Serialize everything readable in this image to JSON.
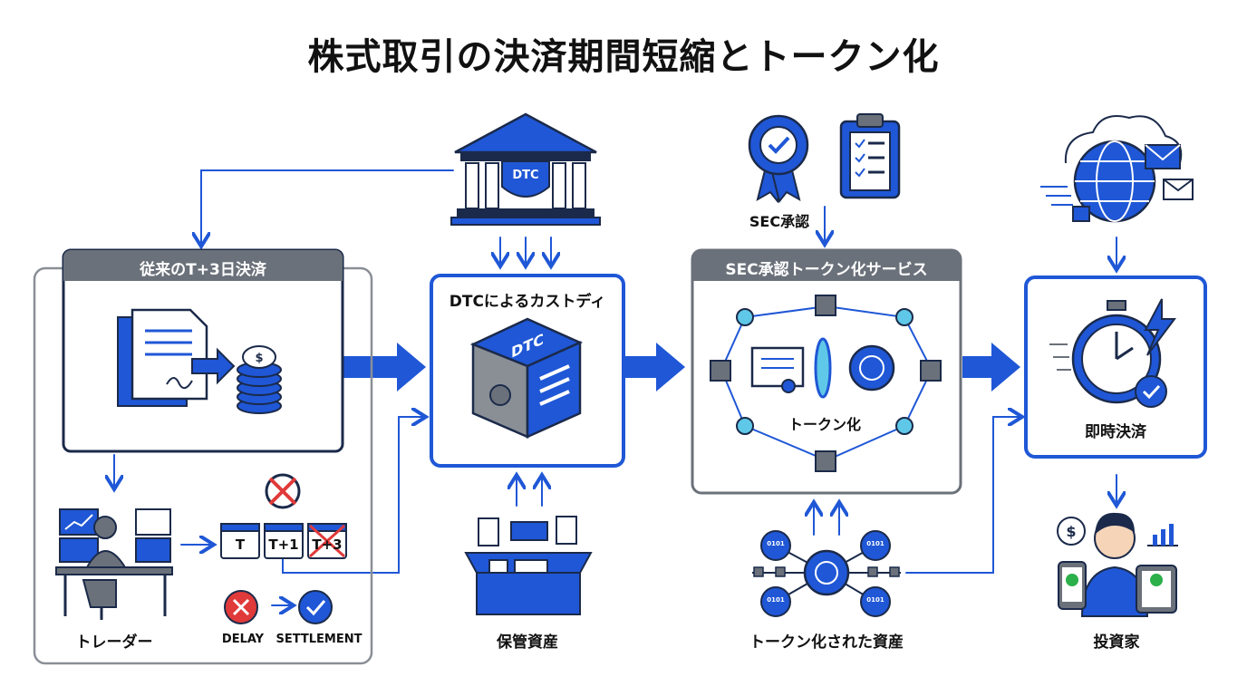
{
  "title": "株式取引の決済期間短縮とトークン化",
  "panels": {
    "traditional": {
      "title": "従来のT+3日決済"
    },
    "dtc_custody": {
      "title": "DTCによるカストディ",
      "vault_label": "DTC"
    },
    "sec_service": {
      "title": "SEC承認トークン化サービス",
      "center_label": "トークン化"
    },
    "instant": {
      "title": "即時決済"
    }
  },
  "bank": {
    "label": "DTC"
  },
  "sec_approval": {
    "label": "SEC承認"
  },
  "bottom_labels": {
    "trader": "トレーダー",
    "assets": "保管資産",
    "tokenized": "トークン化された資産",
    "investor": "投資家"
  },
  "timeline": {
    "t0": "T",
    "t1": "T+1",
    "t3": "T+3"
  },
  "status": {
    "delay": "DELAY",
    "settlement": "SETTLEMENT"
  },
  "token_nodes": [
    "0101",
    "0101",
    "0101",
    "0101"
  ],
  "colors": {
    "blue": "#1f57d6",
    "dark": "#1b2a4a",
    "gray": "#6b717a",
    "red": "#e03a3a"
  },
  "icons": [
    "bank-icon",
    "certificate-icon",
    "clipboard-icon",
    "globe-icon",
    "stopwatch-icon",
    "vault-icon",
    "coins-icon"
  ]
}
